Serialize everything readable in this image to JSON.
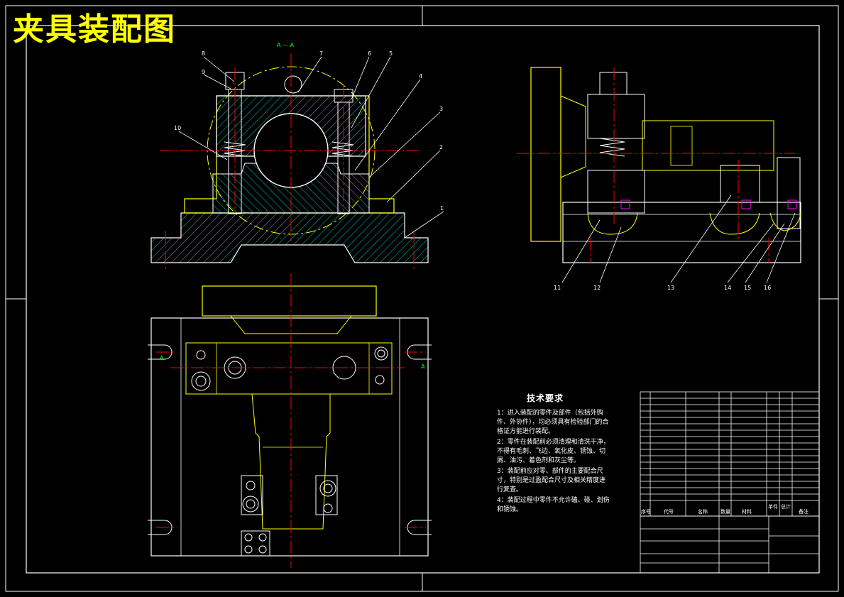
{
  "title": "夹具装配图",
  "section_label": "A — A",
  "view_marks": {
    "left": "A",
    "right": "A"
  },
  "balloons_front": [
    "1",
    "2",
    "3",
    "4",
    "5",
    "6",
    "7",
    "8",
    "9",
    "10"
  ],
  "balloons_side": [
    "11",
    "12",
    "13",
    "14",
    "15",
    "16"
  ],
  "tech": {
    "heading": "技术要求",
    "items": [
      "1：进入装配的零件及部件（包括外购件、外协件），均必须具有检验部门的合格证方能进行装配。",
      "2：零件在装配前必须清理和清洗干净，不得有毛刺、飞边、氧化皮、锈蚀、切屑、油污、着色剂和灰尘等。",
      "3：装配前应对零、部件的主要配合尺寸，特别是过盈配合尺寸及相关精度进行复查。",
      "4：装配过程中零件不允许磕、碰、划伤和锈蚀。"
    ]
  },
  "bom": {
    "header": [
      "序号",
      "代号",
      "名称",
      "数量",
      "材料",
      "单件",
      "总计",
      "备注"
    ]
  },
  "colors": {
    "yellow": "#ffff00",
    "red": "#ff0000",
    "cyan": "#00c8c8",
    "green": "#00ff00",
    "white": "#ffffff",
    "magenta": "#ff00ff"
  }
}
